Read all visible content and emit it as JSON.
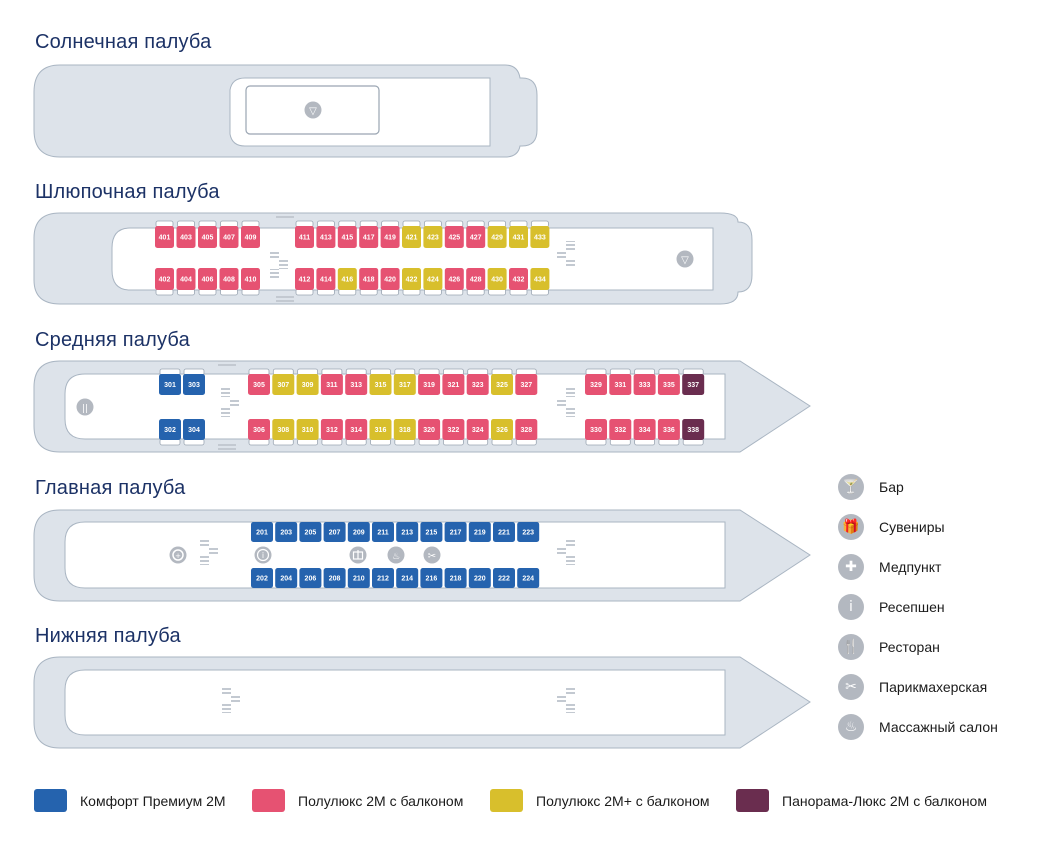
{
  "colors": {
    "comfort": "#2563ae",
    "polulux": "#e65272",
    "polulux_plus": "#d8bf2c",
    "panorama": "#6a2d4f",
    "hull": "#dde3ea",
    "hull_stroke": "#a9b5c2",
    "inner": "#ffffff"
  },
  "decks": [
    {
      "id": "sun",
      "title": "Солнечная палуба"
    },
    {
      "id": "boat",
      "title": "Шлюпочная палуба"
    },
    {
      "id": "middle",
      "title": "Средняя палуба"
    },
    {
      "id": "main",
      "title": "Главная палуба"
    },
    {
      "id": "lower",
      "title": "Нижняя палуба"
    }
  ],
  "cabins": {
    "boat_top": [
      [
        "401",
        "polulux"
      ],
      [
        "403",
        "polulux"
      ],
      [
        "405",
        "polulux"
      ],
      [
        "407",
        "polulux"
      ],
      [
        "409",
        "polulux"
      ],
      [
        "411",
        "polulux"
      ],
      [
        "413",
        "polulux"
      ],
      [
        "415",
        "polulux"
      ],
      [
        "417",
        "polulux"
      ],
      [
        "419",
        "polulux"
      ],
      [
        "421",
        "polulux_plus"
      ],
      [
        "423",
        "polulux_plus"
      ],
      [
        "425",
        "polulux"
      ],
      [
        "427",
        "polulux"
      ],
      [
        "429",
        "polulux_plus"
      ],
      [
        "431",
        "polulux_plus"
      ],
      [
        "433",
        "polulux_plus"
      ]
    ],
    "boat_bottom": [
      [
        "402",
        "polulux"
      ],
      [
        "404",
        "polulux"
      ],
      [
        "406",
        "polulux"
      ],
      [
        "408",
        "polulux"
      ],
      [
        "410",
        "polulux"
      ],
      [
        "412",
        "polulux"
      ],
      [
        "414",
        "polulux"
      ],
      [
        "416",
        "polulux_plus"
      ],
      [
        "418",
        "polulux"
      ],
      [
        "420",
        "polulux"
      ],
      [
        "422",
        "polulux_plus"
      ],
      [
        "424",
        "polulux_plus"
      ],
      [
        "426",
        "polulux"
      ],
      [
        "428",
        "polulux"
      ],
      [
        "430",
        "polulux_plus"
      ],
      [
        "432",
        "polulux"
      ],
      [
        "434",
        "polulux_plus"
      ]
    ],
    "middle_top": [
      [
        "301",
        "comfort"
      ],
      [
        "303",
        "comfort"
      ],
      [
        "305",
        "polulux"
      ],
      [
        "307",
        "polulux_plus"
      ],
      [
        "309",
        "polulux_plus"
      ],
      [
        "311",
        "polulux"
      ],
      [
        "313",
        "polulux"
      ],
      [
        "315",
        "polulux_plus"
      ],
      [
        "317",
        "polulux_plus"
      ],
      [
        "319",
        "polulux"
      ],
      [
        "321",
        "polulux"
      ],
      [
        "323",
        "polulux"
      ],
      [
        "325",
        "polulux_plus"
      ],
      [
        "327",
        "polulux"
      ],
      [
        "329",
        "polulux"
      ],
      [
        "331",
        "polulux"
      ],
      [
        "333",
        "polulux"
      ],
      [
        "335",
        "polulux"
      ],
      [
        "337",
        "panorama"
      ]
    ],
    "middle_bottom": [
      [
        "302",
        "comfort"
      ],
      [
        "304",
        "comfort"
      ],
      [
        "306",
        "polulux"
      ],
      [
        "308",
        "polulux_plus"
      ],
      [
        "310",
        "polulux_plus"
      ],
      [
        "312",
        "polulux"
      ],
      [
        "314",
        "polulux"
      ],
      [
        "316",
        "polulux_plus"
      ],
      [
        "318",
        "polulux_plus"
      ],
      [
        "320",
        "polulux"
      ],
      [
        "322",
        "polulux"
      ],
      [
        "324",
        "polulux"
      ],
      [
        "326",
        "polulux_plus"
      ],
      [
        "328",
        "polulux"
      ],
      [
        "330",
        "polulux"
      ],
      [
        "332",
        "polulux"
      ],
      [
        "334",
        "polulux"
      ],
      [
        "336",
        "polulux"
      ],
      [
        "338",
        "panorama"
      ]
    ],
    "main_top": [
      [
        "201",
        "comfort"
      ],
      [
        "203",
        "comfort"
      ],
      [
        "205",
        "comfort"
      ],
      [
        "207",
        "comfort"
      ],
      [
        "209",
        "comfort"
      ],
      [
        "211",
        "comfort"
      ],
      [
        "213",
        "comfort"
      ],
      [
        "215",
        "comfort"
      ],
      [
        "217",
        "comfort"
      ],
      [
        "219",
        "comfort"
      ],
      [
        "221",
        "comfort"
      ],
      [
        "223",
        "comfort"
      ]
    ],
    "main_bottom": [
      [
        "202",
        "comfort"
      ],
      [
        "204",
        "comfort"
      ],
      [
        "206",
        "comfort"
      ],
      [
        "208",
        "comfort"
      ],
      [
        "210",
        "comfort"
      ],
      [
        "212",
        "comfort"
      ],
      [
        "214",
        "comfort"
      ],
      [
        "216",
        "comfort"
      ],
      [
        "218",
        "comfort"
      ],
      [
        "220",
        "comfort"
      ],
      [
        "222",
        "comfort"
      ],
      [
        "224",
        "comfort"
      ]
    ]
  },
  "amenities_legend": [
    {
      "icon": "bar-icon",
      "glyph": "🍸",
      "label": "Бар"
    },
    {
      "icon": "gift-icon",
      "glyph": "🎁",
      "label": "Сувениры"
    },
    {
      "icon": "medical-icon",
      "glyph": "✚",
      "label": "Медпункт"
    },
    {
      "icon": "info-icon",
      "glyph": "i",
      "label": "Ресепшен"
    },
    {
      "icon": "restaurant-icon",
      "glyph": "🍴",
      "label": "Ресторан"
    },
    {
      "icon": "scissors-icon",
      "glyph": "✂",
      "label": "Парикмахерская"
    },
    {
      "icon": "massage-icon",
      "glyph": "♨",
      "label": "Массажный салон"
    }
  ],
  "categories_legend": [
    {
      "key": "comfort",
      "label": "Комфорт Премиум 2М"
    },
    {
      "key": "polulux",
      "label": "Полулюкс 2М с балконом"
    },
    {
      "key": "polulux_plus",
      "label": "Полулюкс 2М+ с балконом"
    },
    {
      "key": "panorama",
      "label": "Панорама-Люкс 2М с балконом"
    }
  ]
}
